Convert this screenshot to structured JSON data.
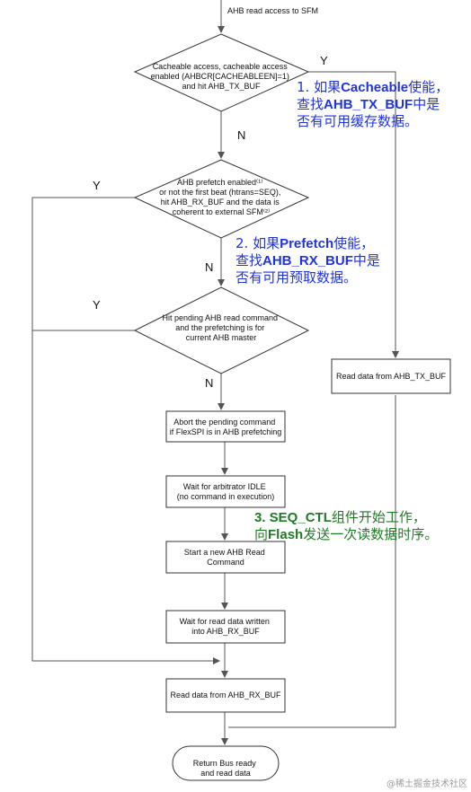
{
  "entry_label": "AHB read access to SFM",
  "decisions": {
    "cacheable": [
      "Cacheable access, cacheable access",
      "enabled (AHBCR[CACHEABLEEN]=1)",
      "and hit AHB_TX_BUF"
    ],
    "prefetch": [
      "AHB prefetch enabled⁽¹⁾",
      "or not the first beat (htrans=SEQ),",
      "hit AHB_RX_BUF and the data is",
      "coherent to external SFM⁽²⁾"
    ],
    "pending": [
      "Hit pending AHB read command",
      "and the prefetching is for",
      "current AHB master"
    ]
  },
  "processes": {
    "read_tx_buf": [
      "Read data from AHB_TX_BUF"
    ],
    "abort": [
      "Abort the pending command",
      "if FlexSPI is in AHB prefetching"
    ],
    "wait_idle": [
      "Wait for arbitrator IDLE",
      "(no command in execution)"
    ],
    "start_cmd": [
      "Start a new AHB Read",
      "Command"
    ],
    "wait_data": [
      "Wait for read data written",
      "into AHB_RX_BUF"
    ],
    "read_rx_buf": [
      "Read data from AHB_RX_BUF"
    ]
  },
  "terminal": [
    "Return Bus ready",
    "and read data"
  ],
  "edge_labels": {
    "yes": "Y",
    "no": "N"
  },
  "annotations": {
    "a1": {
      "line1_pre": "1. 如果",
      "line1_bold": "Cacheable",
      "line1_post": "使能，",
      "line2_pre": "查找",
      "line2_bold": "AHB_TX_BUF",
      "line2_post": "中是",
      "line3": "否有可用缓存数据。"
    },
    "a2": {
      "line1_pre": "2. 如果",
      "line1_bold": "Prefetch",
      "line1_post": "使能，",
      "line2_pre": "查找",
      "line2_bold": "AHB_RX_BUF",
      "line2_post": "中是",
      "line3": "否有可用预取数据。"
    },
    "a3": {
      "line1_bold": "3. SEQ_CTL",
      "line1_post": "组件开始工作，",
      "line2_pre": "向",
      "line2_bold": "Flash",
      "line2_post": "发送一次读数据时序。"
    }
  },
  "watermark": "@稀土掘金技术社区",
  "colors": {
    "annotation_blue": "#1f33e0",
    "annotation_green": "#1f7a25",
    "line": "#555555"
  }
}
